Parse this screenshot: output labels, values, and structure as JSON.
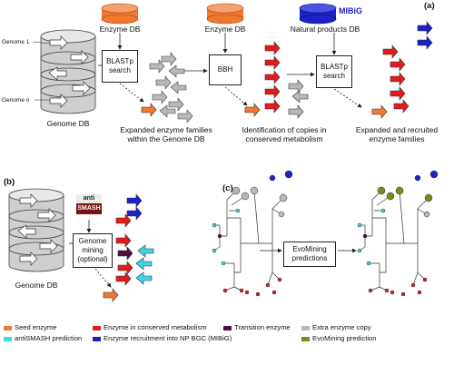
{
  "panels": {
    "a": "(a)",
    "b": "(b)",
    "c": "(c)"
  },
  "panel_a": {
    "db_enzyme_1": "Enzyme DB",
    "db_enzyme_2": "Enzyme DB",
    "db_mibig_logo": "MIBiG",
    "db_natural": "Natural products DB",
    "genome_1": "Genome 1",
    "genome_n": "Genome n",
    "genome_db": "Genome DB",
    "blastp_1": "BLASTp search",
    "bbh": "BBH",
    "blastp_2": "BLASTp search",
    "caption_expanded": "Expanded enzyme families within the Genome DB",
    "caption_identification": "Identification of copies in conserved metabolism",
    "caption_recruited": "Expanded and recruited enzyme families"
  },
  "panel_b": {
    "antismash_top": "anti",
    "antismash_bottom": "SMASH",
    "genome_mining": "Genome mining (optional)",
    "genome_db": "Genome DB"
  },
  "panel_c": {
    "evomining_predictions": "EvoMining predictions"
  },
  "legend": [
    {
      "label": "Seed enzyme",
      "color": "#f07830"
    },
    {
      "label": "Enzyme in conserved metabolism",
      "color": "#e21b1b"
    },
    {
      "label": "Transition enzyme",
      "color": "#4b1040"
    },
    {
      "label": "Extra enzyme copy",
      "color": "#b8b8b8"
    },
    {
      "label": "antiSMASH prediction",
      "color": "#3fd5e8"
    },
    {
      "label": "Enzyme recruitment into NP BGC (MIBiG)",
      "color": "#1a22c8"
    },
    {
      "label": "EvoMining prediction",
      "color": "#7a8a18"
    }
  ],
  "colors": {
    "seed": "#f07830",
    "conserved": "#e21b1b",
    "transition": "#4b1040",
    "extra": "#b8b8b8",
    "antismash": "#3fd5e8",
    "mibig": "#1a22c8",
    "evomining": "#7a8a18"
  }
}
